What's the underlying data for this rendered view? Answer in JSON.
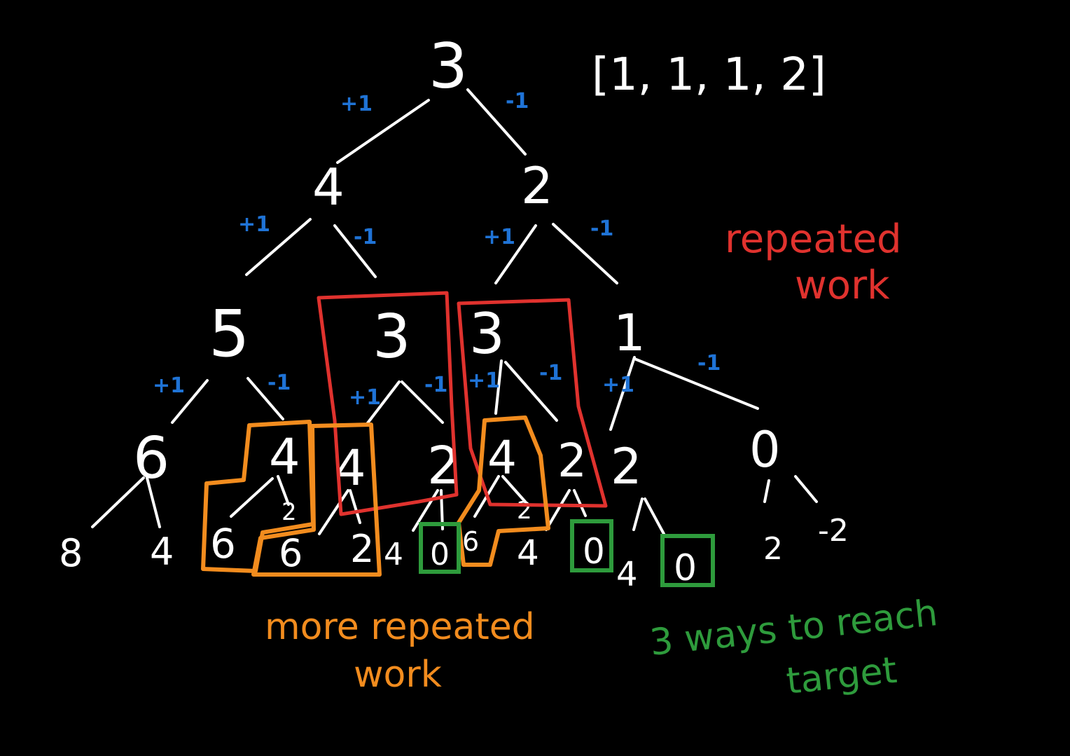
{
  "array_label": "[1, 1, 1, 2]",
  "tree": {
    "root": "3",
    "level1": [
      "4",
      "2"
    ],
    "level2": [
      "5",
      "3",
      "3",
      "1"
    ],
    "level3": [
      "6",
      "4",
      "4",
      "2",
      "4",
      "2",
      "2",
      "0"
    ],
    "level4": [
      "8",
      "4",
      "6",
      "2",
      "6",
      "2",
      "4",
      "0",
      "6",
      "2",
      "4",
      "0",
      "4",
      "0",
      "2",
      "-2"
    ]
  },
  "edge_labels": {
    "plus": "+1",
    "minus": "-1"
  },
  "annotations": {
    "red_line1": "repeated",
    "red_line2": "work",
    "orange_line1": "more repeated",
    "orange_line2": "work",
    "green_line1": "3 ways to reach",
    "green_line2": "target"
  },
  "colors": {
    "background": "#000000",
    "ink": "#ffffff",
    "edge_label": "#1f73d6",
    "repeated": "#e0322e",
    "more_repeated": "#f28c1e",
    "target": "#2e9b3c"
  }
}
